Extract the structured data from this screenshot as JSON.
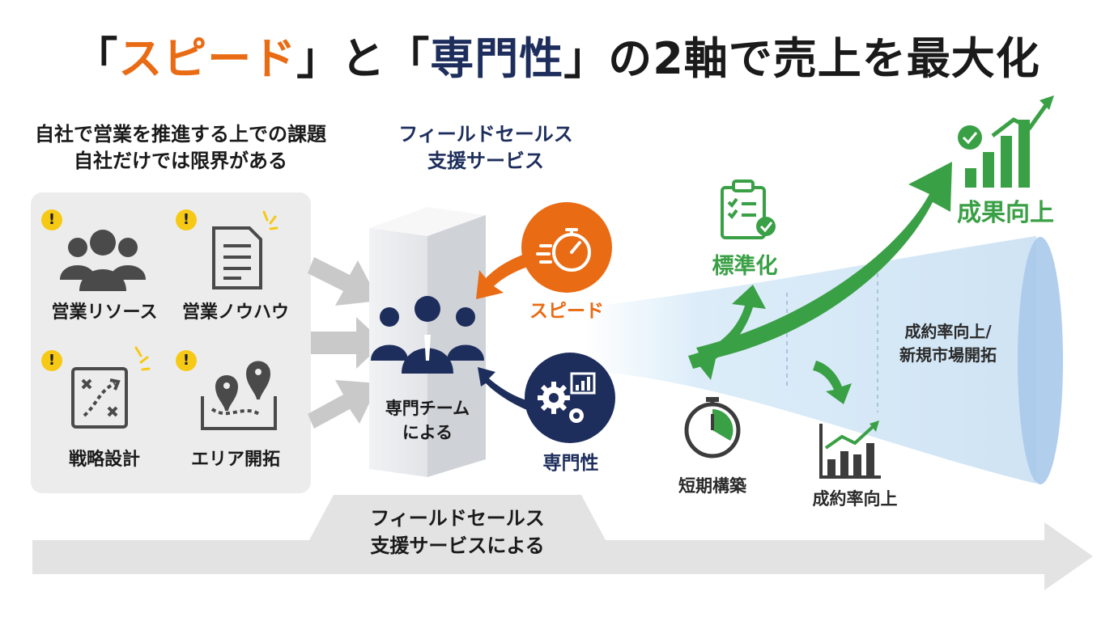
{
  "title": {
    "q1_open": "「",
    "speed_word": "スピード",
    "q1_close": "」と",
    "q2_open": "「",
    "expertise_word": "専門性",
    "q2_close": "」",
    "rest": "の2軸で売上を最大化"
  },
  "challenges": {
    "heading_line1": "自社で営業を推進する上での課題",
    "heading_line2": "自社だけでは限界がある",
    "items": [
      {
        "label": "営業リソース",
        "icon": "people-group-icon"
      },
      {
        "label": "営業ノウハウ",
        "icon": "document-icon"
      },
      {
        "label": "戦略設計",
        "icon": "strategy-map-icon"
      },
      {
        "label": "エリア開拓",
        "icon": "area-map-pin-icon"
      }
    ],
    "warning_mark": "!"
  },
  "service": {
    "heading_line1": "フィールドセールス",
    "heading_line2": "支援サービス",
    "team_line1": "専門チーム",
    "team_line2": "による",
    "speed_label": "スピード",
    "expertise_label": "専門性"
  },
  "outcomes": {
    "standardize": "標準化",
    "short_build": "短期構築",
    "close_rate": "成約率向上",
    "funnel_line1": "成約率向上/",
    "funnel_line2": "新規市場開拓",
    "result": "成果向上"
  },
  "bottom_banner": {
    "line1": "フィールドセールス",
    "line2": "支援サービスによる"
  },
  "colors": {
    "orange": "#e96b14",
    "navy": "#1e2e5c",
    "green": "#3aa046",
    "gray_text": "#3c3c3c",
    "warning": "#f6c915"
  }
}
